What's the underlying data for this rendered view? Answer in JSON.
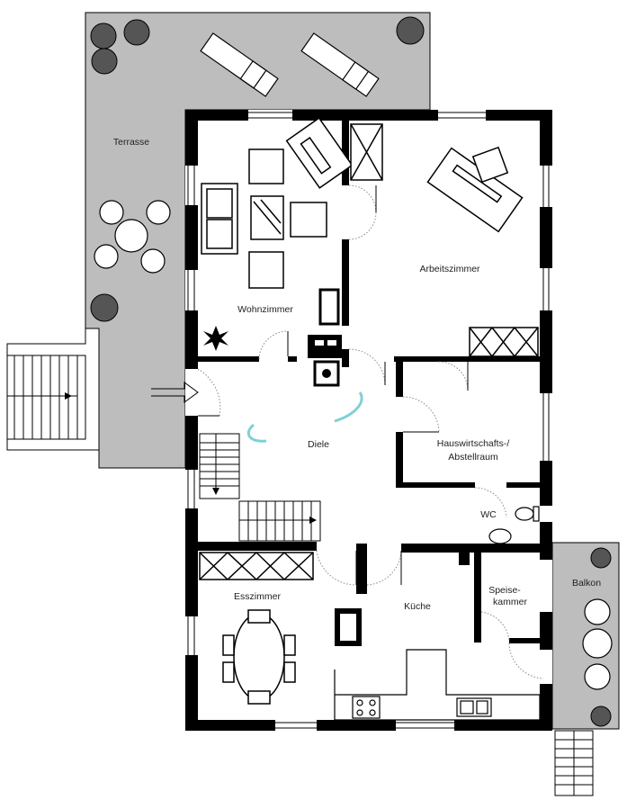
{
  "rooms": {
    "terrasse": "Terrasse",
    "wohnzimmer": "Wohnzimmer",
    "arbeitszimmer": "Arbeitszimmer",
    "diele": "Diele",
    "hwr_line1": "Hauswirtschafts-/",
    "hwr_line2": "Abstellraum",
    "wc": "WC",
    "esszimmer": "Esszimmer",
    "kueche": "Küche",
    "speise_line1": "Speise-",
    "speise_line2": "kammer",
    "balkon": "Balkon"
  },
  "colors": {
    "wall": "#000000",
    "outdoor": "#bdbdbd",
    "floor": "#ffffff",
    "accent": "#7fd0d6"
  }
}
